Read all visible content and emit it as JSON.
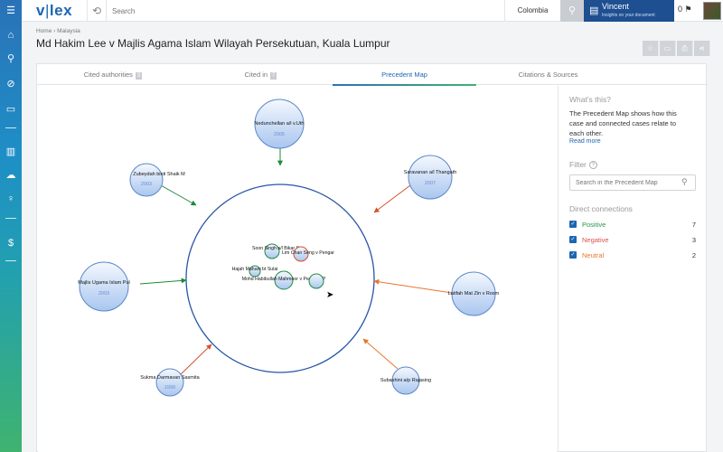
{
  "app": {
    "logo": "vlex",
    "logo_bar": "|"
  },
  "topbar": {
    "search_placeholder": "Search",
    "country": "Colombia",
    "user_name": "Vincent",
    "user_sub": "Insights on your document",
    "count": "0"
  },
  "breadcrumb": {
    "home": "Home",
    "sep": "›",
    "country": "Malaysia"
  },
  "page": {
    "title": "Md Hakim Lee v Majlis Agama Islam Wilayah Persekutuan, Kuala Lumpur"
  },
  "tabs": [
    {
      "label": "Cited authorities",
      "badge": "3"
    },
    {
      "label": "Cited in",
      "badge": "7"
    },
    {
      "label": "Precedent Map",
      "badge": ""
    },
    {
      "label": "Citations & Sources",
      "badge": ""
    }
  ],
  "sidebar": {
    "whats_this": "What's this?",
    "description": "The Precedent Map shows how this case and connected cases relate to each other.",
    "read_more": "Read more",
    "filter_heading": "Filter",
    "filter_placeholder": "Search in the Precedent Map",
    "connections_heading": "Direct connections",
    "connections": [
      {
        "label": "Positive",
        "count": "7",
        "color": "#2b9348"
      },
      {
        "label": "Negative",
        "count": "3",
        "color": "#d9534f"
      },
      {
        "label": "Neutral",
        "count": "2",
        "color": "#e8772e"
      }
    ]
  },
  "map": {
    "colors": {
      "positive": "#1e8a3c",
      "negative": "#d9502e",
      "neutral": "#e8772e",
      "ring": "#2856a6",
      "node_fill": "#cfe0f7",
      "node_stroke": "#5b86c8"
    },
    "outer_nodes": [
      {
        "label": "Nedunchellan a/l v.Uth",
        "year": "2005",
        "edge": "positive"
      },
      {
        "label": "Zubeydah binti Shaik M",
        "year": "2003",
        "edge": "positive"
      },
      {
        "label": "Saravanan a/l Thangath",
        "year": "2007",
        "edge": "negative"
      },
      {
        "label": "Majlis Ugama Islam Pul",
        "year": "2003",
        "edge": "positive"
      },
      {
        "label": "Latifah Mat Zin v Rosm",
        "year": "",
        "edge": "neutral"
      },
      {
        "label": "Sukma Darmavan Sasmita",
        "year": "1999",
        "edge": "negative"
      },
      {
        "label": "Subashini a/p Rajasing",
        "year": "",
        "edge": "neutral"
      }
    ],
    "inner_nodes": [
      {
        "label": "Soon Singh a/l Bikar S",
        "edge": "positive"
      },
      {
        "label": "Lim Chan Seng v Pengar",
        "edge": "negative"
      },
      {
        "label": "Hajah Mahani bt Sulai",
        "edge": "positive"
      },
      {
        "label": "Mohd Habibullah Mahmoor v Pegawai P",
        "edge": "positive"
      },
      {
        "label": "",
        "edge": "positive"
      }
    ]
  }
}
